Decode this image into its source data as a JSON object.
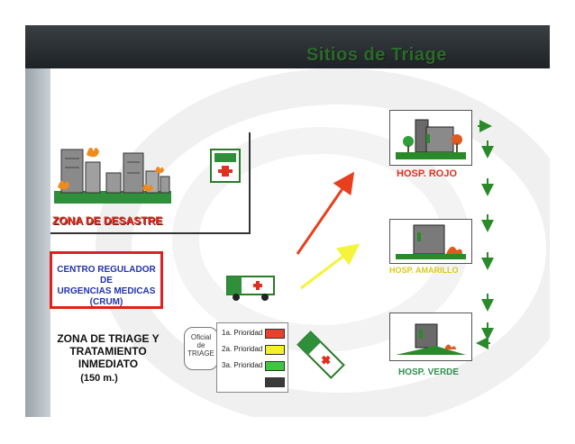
{
  "slide": {
    "title": "Sitios de Triage"
  },
  "zona_desastre": {
    "label": "ZONA DE DESASTRE"
  },
  "crum": {
    "line1": "CENTRO REGULADOR DE",
    "line2": "URGENCIAS MEDICAS",
    "line3": "(CRUM)"
  },
  "triage_zone": {
    "line1": "ZONA DE TRIAGE  Y",
    "line2": "TRATAMIENTO",
    "line3": "INMEDIATO",
    "distance": "(150 m.)"
  },
  "oficial": {
    "line1": "Oficial",
    "line2": "de",
    "line3": "TRIAGE"
  },
  "priorities": [
    {
      "label": "1a. Prioridad",
      "color": "#e8402a"
    },
    {
      "label": "2a. Prioridad",
      "color": "#f4f02a"
    },
    {
      "label": "3a. Prioridad",
      "color": "#3cc83c"
    },
    {
      "label": "",
      "color": "#3a3a3a"
    }
  ],
  "hospitals": {
    "rojo": {
      "label": "HOSP. ROJO",
      "color": "#e03020"
    },
    "amarillo": {
      "label": "HOSP. AMARILLO",
      "color": "#d8c820"
    },
    "verde": {
      "label": "HOSP. VERDE",
      "color": "#2f8f4a"
    }
  },
  "colors": {
    "arrow_red": "#e8401e",
    "arrow_yellow": "#f4f43a",
    "arrow_green": "#2a8a2a",
    "title_green": "#2a6a2a"
  },
  "icons": [
    "city-fire-icon",
    "ambulance-icon",
    "hospital-icon",
    "down-arrow-icon"
  ]
}
